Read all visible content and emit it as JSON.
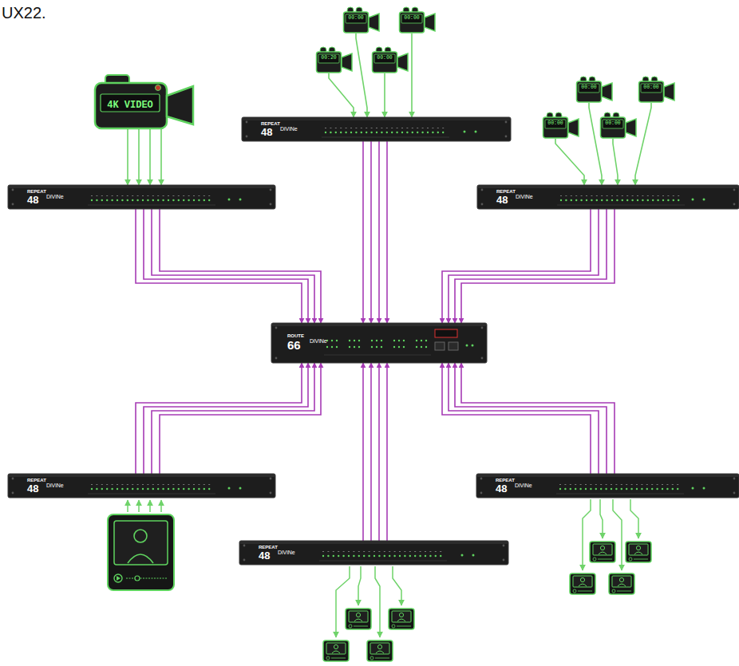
{
  "diagram": {
    "nodes": [
      {
        "text": [
          "00:00"
        ]
      },
      {
        "text": [
          "00:00"
        ]
      },
      {
        "text": [
          "00:20"
        ]
      },
      {
        "text": [
          "00:00"
        ]
      },
      {
        "text": [
          "REPEAT",
          "48",
          "DiViNe"
        ]
      },
      {
        "text": [
          "4K VIDEO"
        ]
      },
      {
        "text": [
          "REPEAT",
          "48",
          "DiViNe"
        ]
      },
      {
        "text": [
          "00:00"
        ]
      },
      {
        "text": [
          "00:00"
        ]
      },
      {
        "text": [
          "00:00"
        ]
      },
      {
        "text": [
          "00:00"
        ]
      },
      {
        "text": [
          "REPEAT",
          "48",
          "DiViNe"
        ]
      },
      {
        "text": [
          "ROUTE",
          "66",
          "DiViNe"
        ]
      },
      {
        "text": [
          "REPEAT",
          "48",
          "DiViNe"
        ]
      },
      {
        "text": [
          "REPEAT",
          "48",
          "DiViNe"
        ]
      },
      {
        "text": [
          "REPEAT",
          "48",
          "DiViNe"
        ]
      }
    ],
    "edges": [
      {
        "from": 2,
        "to": 4,
        "arrow": "to"
      },
      {
        "from": 0,
        "to": 4,
        "arrow": "to"
      },
      {
        "from": 3,
        "to": 4,
        "arrow": "to"
      },
      {
        "from": 1,
        "to": 4,
        "arrow": "to"
      },
      {
        "from": 5,
        "to": 6,
        "arrow": "to"
      },
      {
        "from": 5,
        "to": 6,
        "arrow": "to"
      },
      {
        "from": 5,
        "to": 6,
        "arrow": "to"
      },
      {
        "from": 5,
        "to": 6,
        "arrow": "to"
      },
      {
        "from": 9,
        "to": 11,
        "arrow": "to"
      },
      {
        "from": 7,
        "to": 11,
        "arrow": "to"
      },
      {
        "from": 10,
        "to": 11,
        "arrow": "to"
      },
      {
        "from": 8,
        "to": 11,
        "arrow": "to"
      },
      {
        "from": 6,
        "to": 12,
        "arrow": "to"
      },
      {
        "from": 6,
        "to": 12,
        "arrow": "to"
      },
      {
        "from": 6,
        "to": 12,
        "arrow": "to"
      },
      {
        "from": 6,
        "to": 12,
        "arrow": "to"
      },
      {
        "from": 4,
        "to": 12,
        "arrow": "to"
      },
      {
        "from": 4,
        "to": 12,
        "arrow": "to"
      },
      {
        "from": 4,
        "to": 12,
        "arrow": "to"
      },
      {
        "from": 4,
        "to": 12,
        "arrow": "to"
      },
      {
        "from": 11,
        "to": 12,
        "arrow": "to"
      },
      {
        "from": 11,
        "to": 12,
        "arrow": "to"
      },
      {
        "from": 11,
        "to": 12,
        "arrow": "to"
      },
      {
        "from": 11,
        "to": 12,
        "arrow": "to"
      },
      {
        "from": 13,
        "to": 12,
        "arrow": "to"
      },
      {
        "from": 13,
        "to": 12,
        "arrow": "to"
      },
      {
        "from": 13,
        "to": 12,
        "arrow": "to"
      },
      {
        "from": 13,
        "to": 12,
        "arrow": "to"
      },
      {
        "from": 14,
        "to": 12,
        "arrow": "to"
      },
      {
        "from": 14,
        "to": 12,
        "arrow": "to"
      },
      {
        "from": 14,
        "to": 12,
        "arrow": "to"
      },
      {
        "from": 14,
        "to": 12,
        "arrow": "to"
      },
      {
        "from": 15,
        "to": 12,
        "arrow": "to"
      },
      {
        "from": 15,
        "to": 12,
        "arrow": "to"
      },
      {
        "from": 15,
        "to": 12,
        "arrow": "to"
      },
      {
        "from": 15,
        "to": 12,
        "arrow": "to"
      }
    ],
    "labels": [
      "UX22."
    ]
  }
}
